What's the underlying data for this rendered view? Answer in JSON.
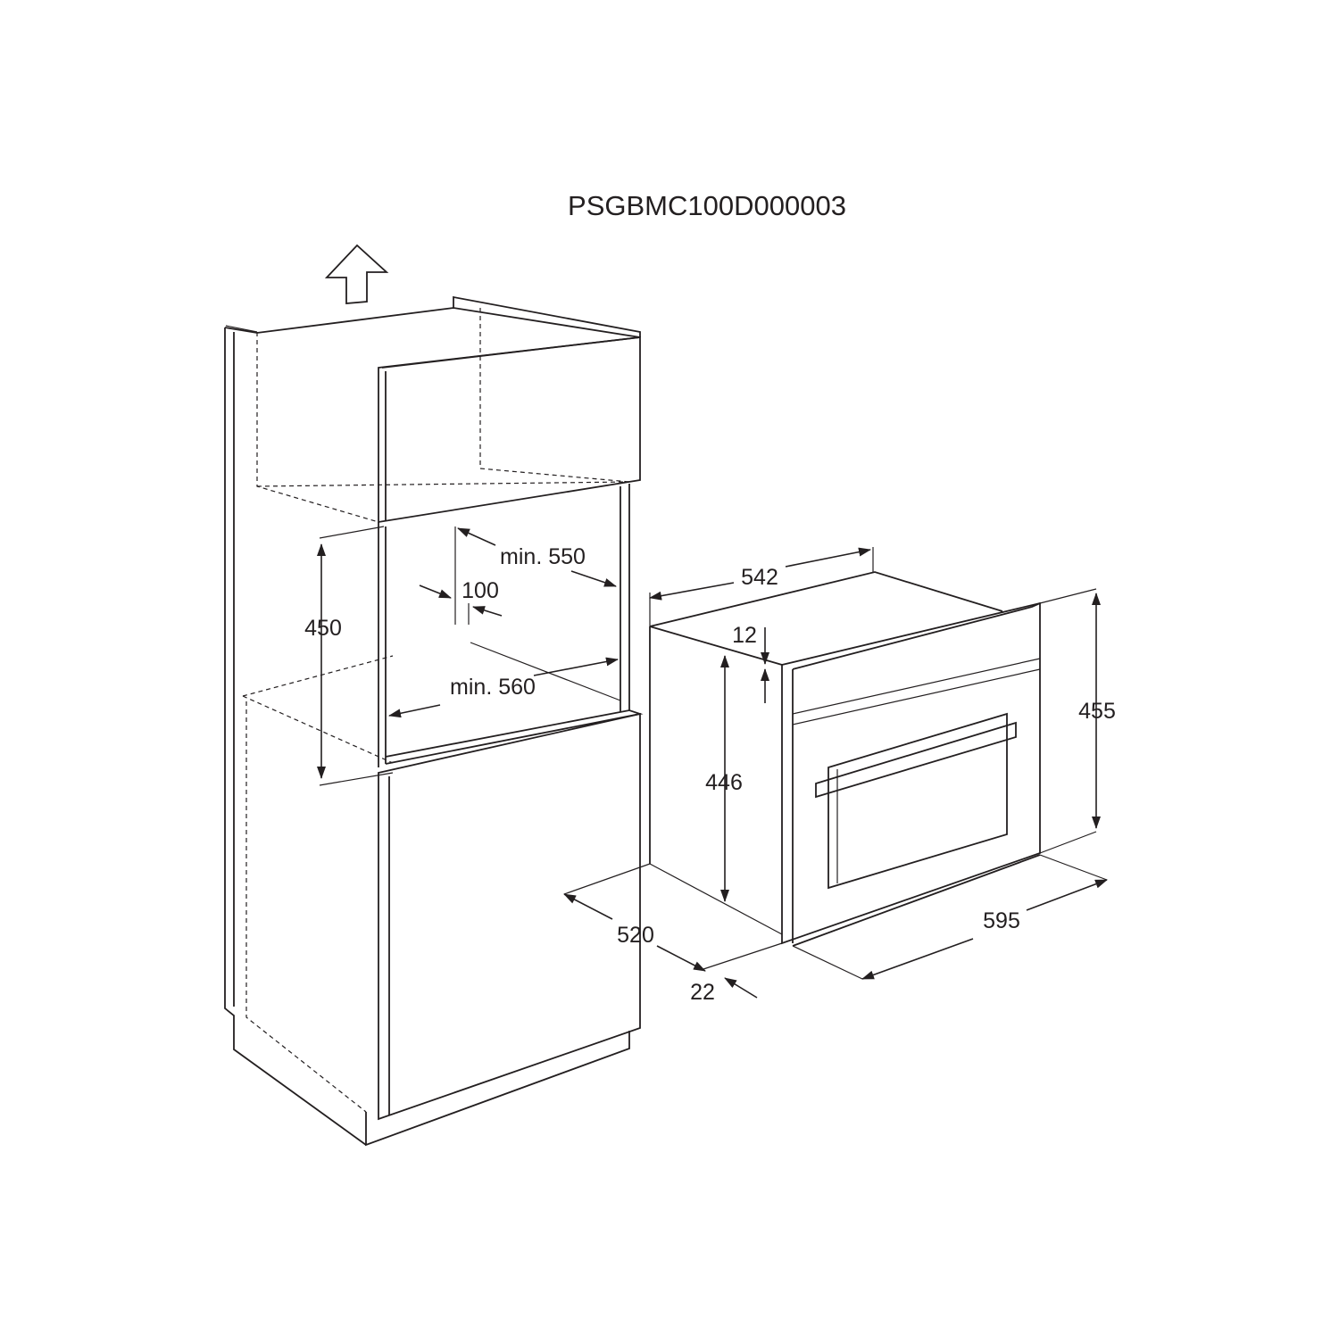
{
  "drawing": {
    "title": "PSGBMC100D000003",
    "labels": {
      "min_550": "min. 550",
      "d_100": "100",
      "d_450": "450",
      "min_560": "min. 560",
      "d_542": "542",
      "d_12": "12",
      "d_455": "455",
      "d_446": "446",
      "d_520": "520",
      "d_595": "595",
      "d_22": "22"
    }
  }
}
